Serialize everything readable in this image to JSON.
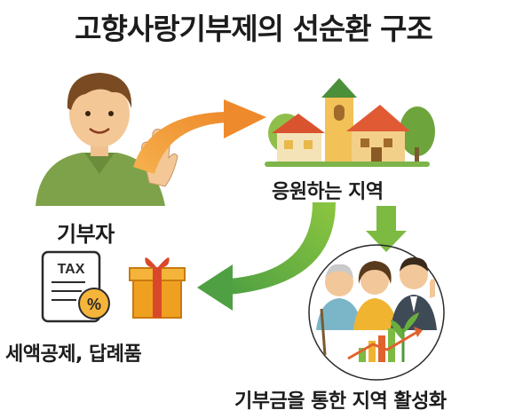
{
  "title": "고향사랑기부제의 선순환 구조",
  "nodes": {
    "donor": "기부자",
    "region": "응원하는 지역",
    "benefit": "세액공제, 답례품",
    "revitalization": "기부금을 통한 지역 활성화"
  },
  "icons": {
    "tax_text": "TAX",
    "percent": "%"
  },
  "colors": {
    "orange_arrow": "#f19a3c",
    "green_arrow": "#6db34a",
    "gold_gift": "#f0a020",
    "title_text": "#1c1c1c"
  }
}
